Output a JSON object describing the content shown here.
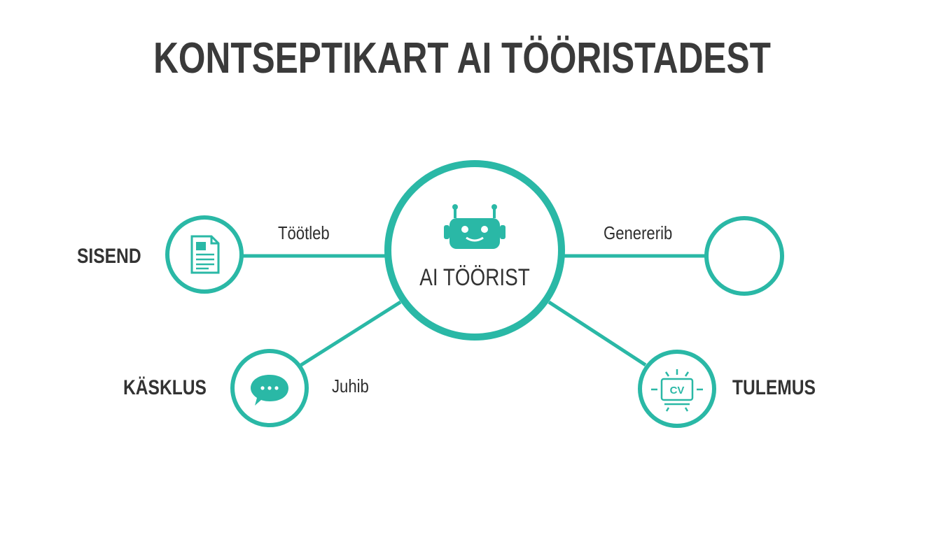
{
  "title": "KONTSEPTIKART AI TÖÖRISTADEST",
  "colors": {
    "accent": "#2ab8a6",
    "text": "#333333",
    "background": "#ffffff"
  },
  "center_node": {
    "label": "AI TÖÖRIST",
    "icon": "robot-icon"
  },
  "nodes": {
    "input": {
      "label": "SISEND",
      "icon": "document-icon"
    },
    "prompt": {
      "label": "KÄSKLUS",
      "icon": "chat-bubble-icon"
    },
    "output": {
      "label": "TULEMUS",
      "icon": "cv-document-icon"
    },
    "empty": {
      "label": "",
      "icon": ""
    }
  },
  "edges": {
    "input_to_center": "Töötleb",
    "center_to_empty": "Genererib",
    "prompt_to_center": "Juhib"
  }
}
